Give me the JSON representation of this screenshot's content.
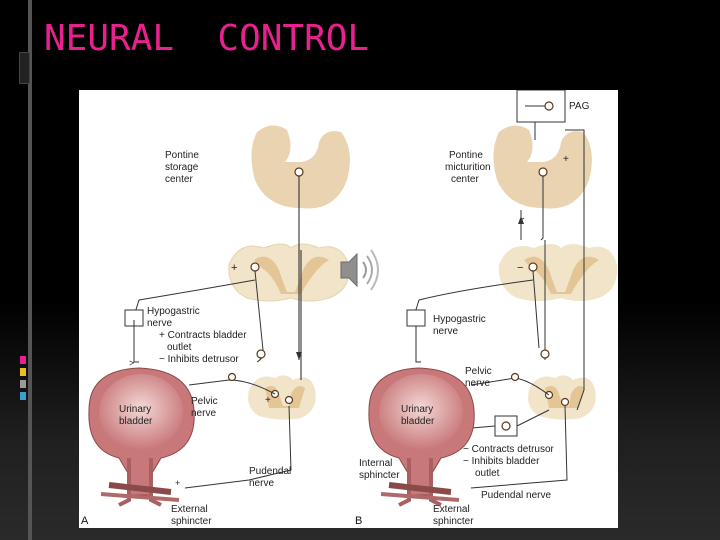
{
  "slide": {
    "title": "NEURAL  CONTROL",
    "title_color": "#e8218f"
  },
  "figure": {
    "panel_a": {
      "letter": "A",
      "center": [
        "Pontine",
        "storage",
        "center"
      ],
      "hypogastric": [
        "Hypogastric",
        "nerve",
        "+ Contracts bladder",
        "outlet",
        "− Inhibits detrusor"
      ],
      "pelvic": [
        "Pelvic",
        "nerve"
      ],
      "bladder": [
        "Urinary",
        "bladder"
      ],
      "pudendal": [
        "Pudendal",
        "nerve"
      ],
      "external": [
        "External",
        "sphincter"
      ]
    },
    "panel_b": {
      "letter": "B",
      "pag": "PAG",
      "center": [
        "Pontine",
        "micturition",
        "center"
      ],
      "hypogastric": [
        "Hypogastric",
        "nerve"
      ],
      "pelvic": [
        "Pelvic",
        "nerve"
      ],
      "bladder": [
        "Urinary",
        "bladder"
      ],
      "internal": [
        "Internal",
        "sphincter"
      ],
      "contracts": [
        "− Contracts detrusor",
        "− Inhibits bladder",
        "outlet"
      ],
      "pudendal": "Pudendal nerve",
      "external": [
        "External",
        "sphincter"
      ]
    }
  },
  "colors": {
    "tissue": "#e9d3b0",
    "bladder": "#c9787a",
    "bladder_light": "#f3d9d6",
    "muscle": "#8a4a4a"
  },
  "icons": [
    "speaker-icon"
  ]
}
